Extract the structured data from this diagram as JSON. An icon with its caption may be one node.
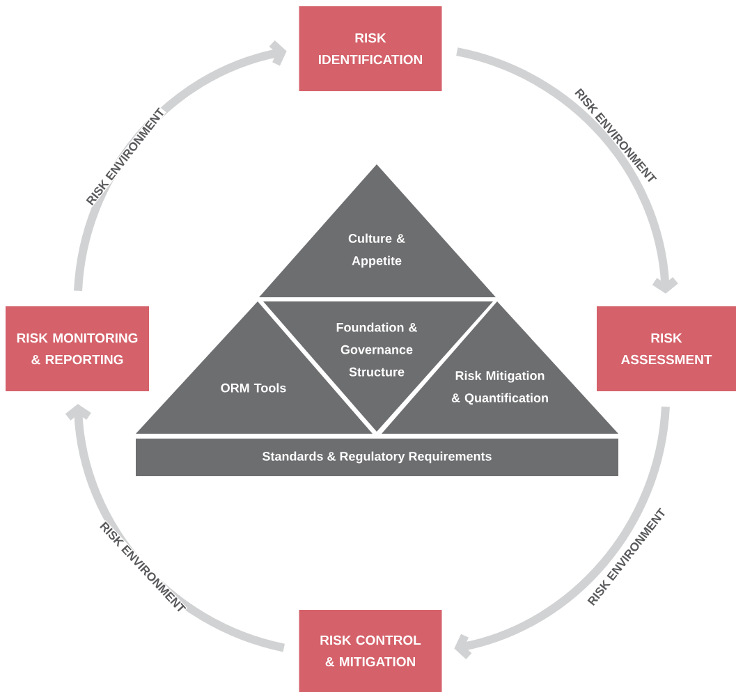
{
  "diagram": {
    "nodes": [
      {
        "text": [
          "RISK IDENTIFICATION"
        ]
      },
      {
        "text": [
          "RISK ASSESSMENT"
        ]
      },
      {
        "text": [
          "RISK CONTROL & MITIGATION"
        ]
      },
      {
        "text": [
          "RISK MONITORING & REPORTING"
        ]
      },
      {
        "text": [
          "Culture & Appetite"
        ]
      },
      {
        "text": [
          "ORM Tools"
        ]
      },
      {
        "text": [
          "Foundation & Governance Structure"
        ]
      },
      {
        "text": [
          "Risk Mitigation & Quantification"
        ]
      },
      {
        "text": [
          "Standards & Regulatory Requirements"
        ]
      }
    ],
    "edges": [
      {
        "from": 3,
        "to": 0,
        "arrow": "to",
        "label": "RISK ENVIRONMENT"
      },
      {
        "from": 0,
        "to": 1,
        "arrow": "to",
        "label": "RISK ENVIRONMENT"
      },
      {
        "from": 1,
        "to": 2,
        "arrow": "to",
        "label": "RISK ENVIRONMENT"
      },
      {
        "from": 2,
        "to": 3,
        "arrow": "to",
        "label": "RISK ENVIRONMENT"
      }
    ]
  }
}
